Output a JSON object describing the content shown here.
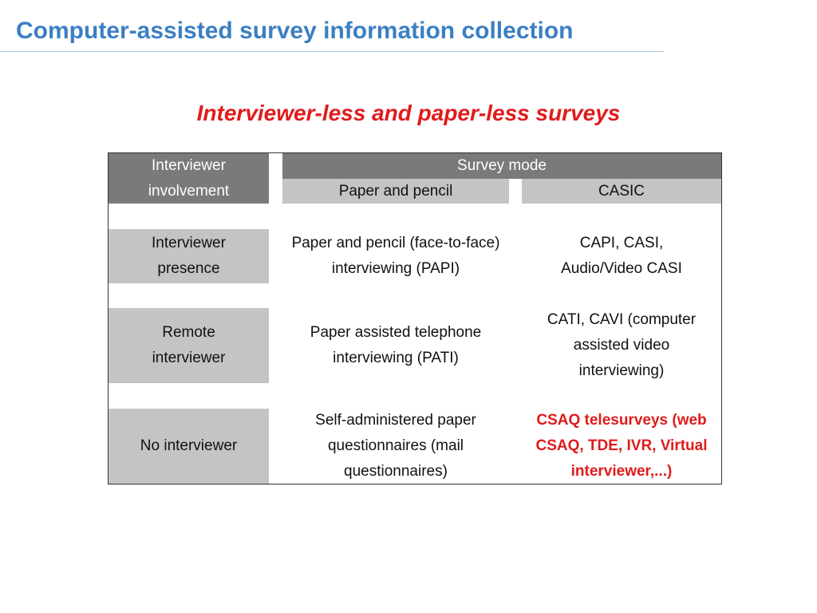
{
  "title": "Computer-assisted survey information collection",
  "subtitle": "Interviewer-less and paper-less surveys",
  "table": {
    "corner_header": "Interviewer involvement",
    "group_header": "Survey mode",
    "col_headers": [
      "Paper and pencil",
      "CASIC"
    ],
    "rows": [
      {
        "label": "Interviewer presence",
        "paper": "Paper and pencil (face-to-face) interviewing (PAPI)",
        "casic": "CAPI, CASI, Audio/Video CASI"
      },
      {
        "label": "Remote interviewer",
        "paper": "Paper assisted telephone interviewing (PATI)",
        "casic": "CATI, CAVI (computer assisted video interviewing)"
      },
      {
        "label": "No interviewer",
        "paper": "Self-administered paper questionnaires (mail questionnaires)",
        "casic": "CSAQ telesurveys (web CSAQ, TDE, IVR, Virtual interviewer,...)"
      }
    ]
  },
  "colors": {
    "title": "#3b7fc4",
    "highlight": "#e01b1b",
    "header_dark": "#7a7a7a",
    "header_light": "#c4c4c4"
  }
}
